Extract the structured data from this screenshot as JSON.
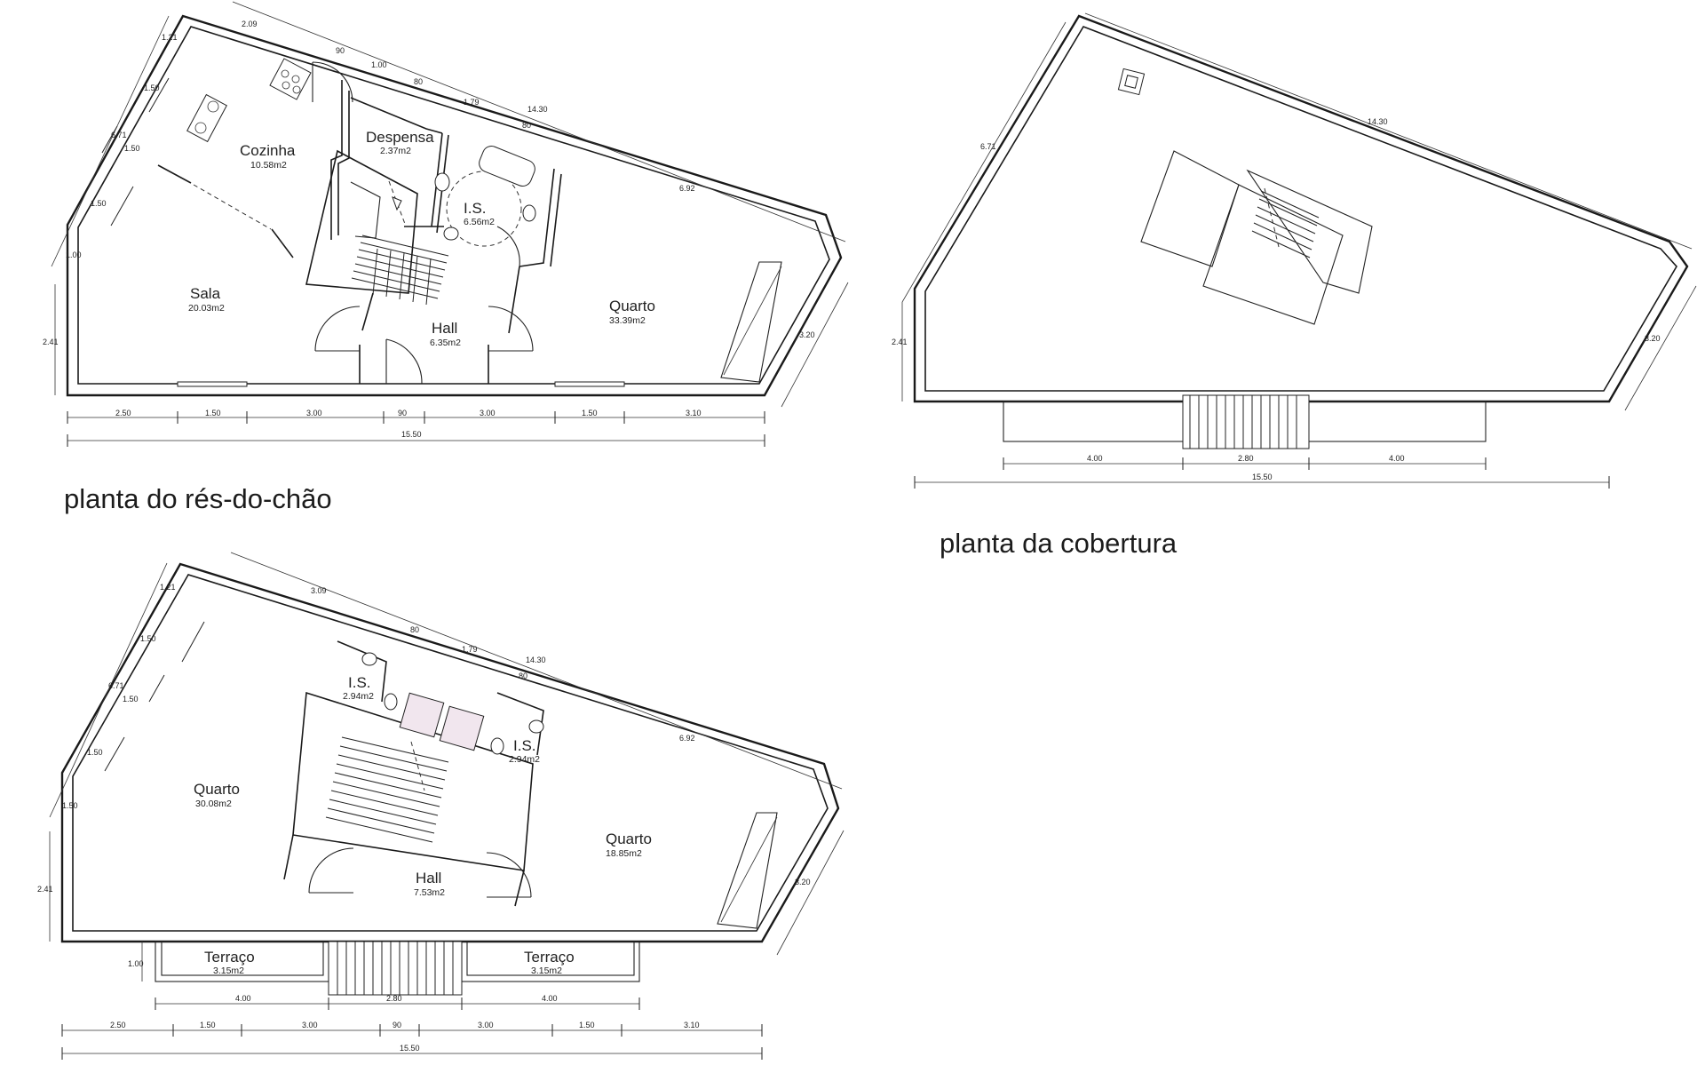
{
  "captions": {
    "ground": "planta do rés-do-chão",
    "roof": "planta da cobertura"
  },
  "ground_floor": {
    "rooms": {
      "cozinha": {
        "name": "Cozinha",
        "area": "10.58m2"
      },
      "despensa": {
        "name": "Despensa",
        "area": "2.37m2"
      },
      "is": {
        "name": "I.S.",
        "area": "6.56m2"
      },
      "sala": {
        "name": "Sala",
        "area": "20.03m2"
      },
      "hall": {
        "name": "Hall",
        "area": "6.35m2"
      },
      "quarto": {
        "name": "Quarto",
        "area": "33.39m2"
      }
    },
    "dims_top": [
      "2.09",
      "90",
      "1.00",
      "80",
      "1.79",
      "80",
      "14.30",
      "6.92"
    ],
    "dims_left": [
      "1.21",
      "1.50",
      "6.71",
      "1.50",
      "1.50",
      "1.00"
    ],
    "dim_left_low": "2.41",
    "dim_right": "3.20",
    "dims_bottom": [
      "2.50",
      "1.50",
      "3.00",
      "90",
      "3.00",
      "1.50",
      "3.10"
    ],
    "dim_total": "15.50"
  },
  "roof_plan": {
    "dim_top": "14.30",
    "dim_left": "6.71",
    "dim_left_low": "2.41",
    "dim_right": "3.20",
    "dims_bottom": [
      "4.00",
      "2.80",
      "4.00"
    ],
    "dim_total": "15.50"
  },
  "first_floor": {
    "rooms": {
      "is_left": {
        "name": "I.S.",
        "area": "2.94m2"
      },
      "is_right": {
        "name": "I.S.",
        "area": "2.94m2"
      },
      "quarto_left": {
        "name": "Quarto",
        "area": "30.08m2"
      },
      "hall": {
        "name": "Hall",
        "area": "7.53m2"
      },
      "quarto_right": {
        "name": "Quarto",
        "area": "18.85m2"
      },
      "terraco_left": {
        "name": "Terraço",
        "area": "3.15m2"
      },
      "terraco_right": {
        "name": "Terraço",
        "area": "3.15m2"
      }
    },
    "dims_top": [
      "3.09",
      "80",
      "1.79",
      "14.30",
      "80",
      "6.92"
    ],
    "dims_left": [
      "1.21",
      "1.50",
      "6.71",
      "1.50",
      "1.50",
      "1.50"
    ],
    "dim_left_low": "2.41",
    "dim_right": "3.20",
    "dim_terrace": "1.00",
    "dims_terrace_bottom": [
      "4.00",
      "2.80",
      "4.00"
    ],
    "dims_bottom": [
      "2.50",
      "1.50",
      "3.00",
      "90",
      "3.00",
      "1.50",
      "3.10"
    ],
    "dim_total": "15.50"
  }
}
